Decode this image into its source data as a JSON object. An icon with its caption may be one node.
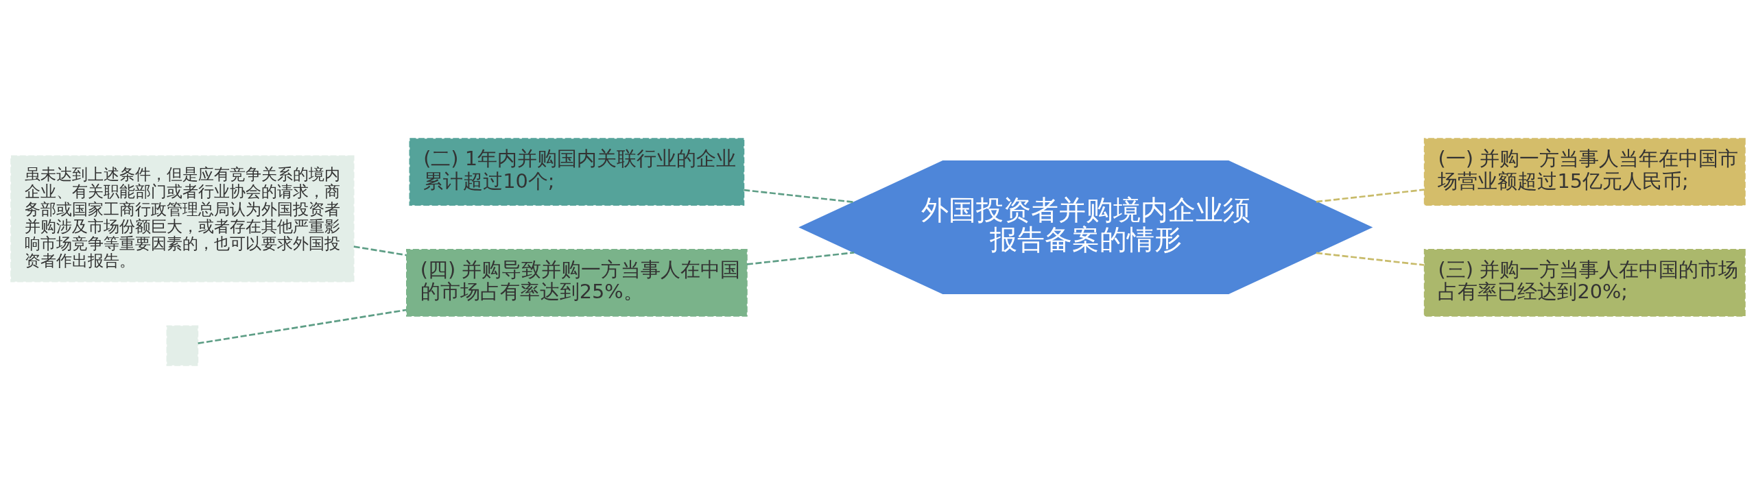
{
  "diagram": {
    "nodes": [
      {
        "text": [
          "外国投资者并购境内企业须报告备案的情形"
        ]
      },
      {
        "text": [
          "(一) 并购一方当事人当年在中国市场营业额超过15亿元人民币;"
        ]
      },
      {
        "text": [
          "(二) 1年内并购国内关联行业的企业累计超过10个;"
        ]
      },
      {
        "text": [
          "(三) 并购一方当事人在中国的市场占有率已经达到20%;"
        ]
      },
      {
        "text": [
          "(四) 并购导致并购一方当事人在中国的市场占有率达到25%。"
        ]
      },
      {
        "text": [
          "虽未达到上述条件，但是应有竞争关系的境内企业、有关职能部门或者行业协会的请求，商务部或国家工商行政管理总局认为外国投资者并购涉及市场份额巨大，或者存在其他严重影响市场竞争等重要因素的，也可以要求外国投资者作出报告。"
        ]
      },
      {
        "text": [],
        "shape": "box"
      }
    ],
    "edges": [
      {
        "from": 0,
        "to": 1,
        "arrow": "none",
        "style": "dashed",
        "color": "#c8bb6a"
      },
      {
        "from": 0,
        "to": 3,
        "arrow": "none",
        "style": "dashed",
        "color": "#c8bb6a"
      },
      {
        "from": 0,
        "to": 2,
        "arrow": "none",
        "style": "dashed"
      },
      {
        "from": 0,
        "to": 4,
        "arrow": "none",
        "style": "dashed"
      },
      {
        "from": 4,
        "to": 5,
        "arrow": "none",
        "style": "dashed"
      },
      {
        "from": 4,
        "to": 6,
        "arrow": "none",
        "style": "dashed"
      }
    ]
  }
}
